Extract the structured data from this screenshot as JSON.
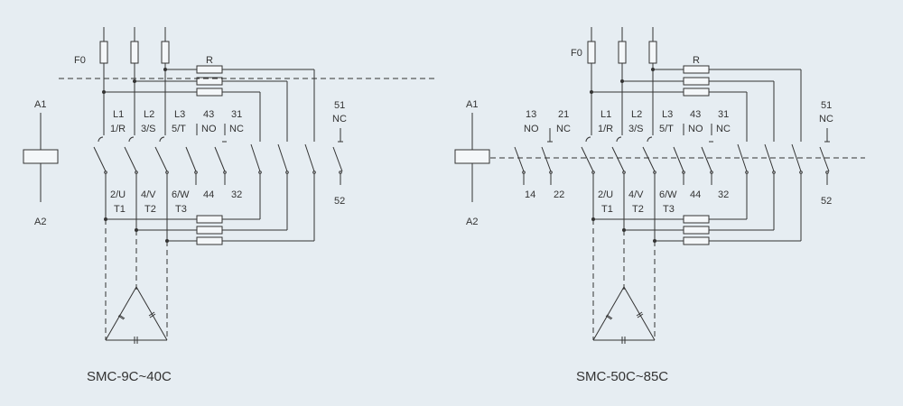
{
  "diagrams": [
    {
      "caption": "SMC-9C~40C",
      "fuse": "F0",
      "resistor": "R",
      "coil_top": "A1",
      "coil_bottom": "A2",
      "aux": [],
      "main_top": [
        [
          "L1",
          "1/R"
        ],
        [
          "L2",
          "3/S"
        ],
        [
          "L3",
          "5/T"
        ]
      ],
      "aux_top": [
        [
          "43",
          "NO"
        ],
        [
          "31",
          "NC"
        ]
      ],
      "main_bottom": [
        [
          "2/U",
          "T1"
        ],
        [
          "4/V",
          "T2"
        ],
        [
          "6/W",
          "T3"
        ]
      ],
      "aux_bottom": [
        "44",
        "32"
      ],
      "extra_top": [
        "51",
        "NC"
      ],
      "extra_bottom": "52"
    },
    {
      "caption": "SMC-50C~85C",
      "fuse": "F0",
      "resistor": "R",
      "coil_top": "A1",
      "coil_bottom": "A2",
      "aux": [
        {
          "top": [
            "13",
            "NO"
          ],
          "bottom": "14"
        },
        {
          "top": [
            "21",
            "NC"
          ],
          "bottom": "22"
        }
      ],
      "main_top": [
        [
          "L1",
          "1/R"
        ],
        [
          "L2",
          "3/S"
        ],
        [
          "L3",
          "5/T"
        ]
      ],
      "aux_top": [
        [
          "43",
          "NO"
        ],
        [
          "31",
          "NC"
        ]
      ],
      "main_bottom": [
        [
          "2/U",
          "T1"
        ],
        [
          "4/V",
          "T2"
        ],
        [
          "6/W",
          "T3"
        ]
      ],
      "aux_bottom": [
        "44",
        "32"
      ],
      "extra_top": [
        "51",
        "NC"
      ],
      "extra_bottom": "52"
    }
  ]
}
